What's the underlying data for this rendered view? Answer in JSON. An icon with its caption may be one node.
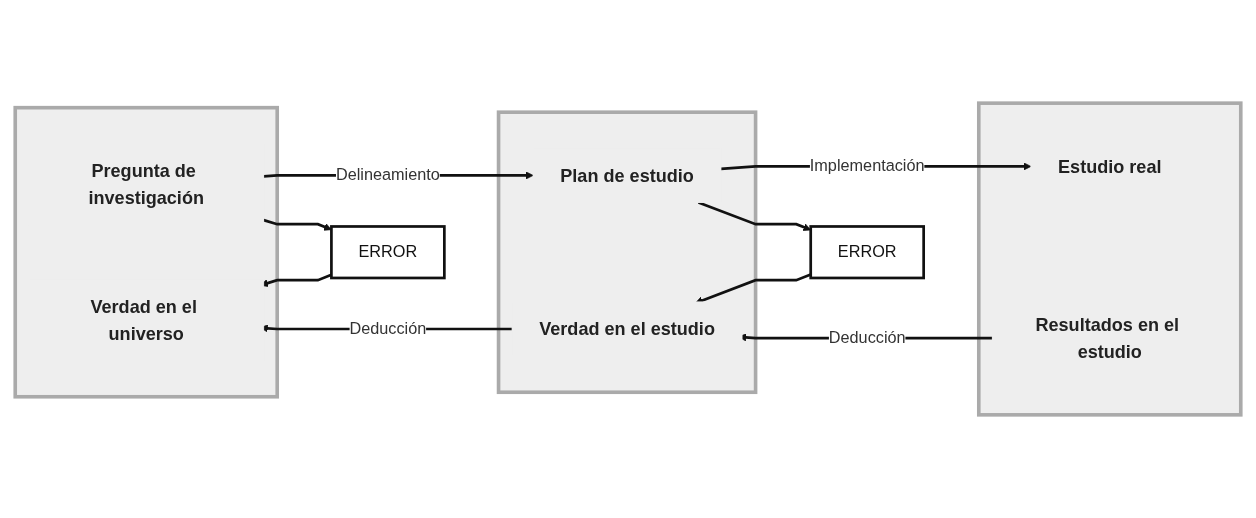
{
  "diagram": {
    "nodes": [
      {
        "text": [],
        "shape": "box"
      },
      {
        "text": [
          "Pregunta de investigación"
        ],
        "in": 0
      },
      {
        "text": [
          "Verdad en el universo"
        ],
        "in": 0
      },
      {
        "text": [
          "ERROR"
        ]
      },
      {
        "text": [],
        "shape": "box"
      },
      {
        "text": [
          "Plan de estudio"
        ],
        "in": 4
      },
      {
        "text": [
          "Verdad en el estudio"
        ],
        "in": 4
      },
      {
        "text": [
          "ERROR"
        ]
      },
      {
        "text": [],
        "shape": "box"
      },
      {
        "text": [
          "Estudio real"
        ],
        "in": 8
      },
      {
        "text": [
          "Resultados en el estudio"
        ],
        "in": 8
      }
    ],
    "edges": [
      {
        "from": 1,
        "to": 5,
        "arrow": "to",
        "label": "Delineamiento"
      },
      {
        "from": 1,
        "to": 3,
        "arrow": "to"
      },
      {
        "from": 3,
        "to": 2,
        "arrow": "to"
      },
      {
        "from": 6,
        "to": 2,
        "arrow": "to",
        "label": "Deducción"
      },
      {
        "from": 5,
        "to": 9,
        "arrow": "to",
        "label": "Implementación"
      },
      {
        "from": 5,
        "to": 7,
        "arrow": "to"
      },
      {
        "from": 7,
        "to": 6,
        "arrow": "to"
      },
      {
        "from": 10,
        "to": 6,
        "arrow": "to",
        "label": "Deducción"
      }
    ]
  }
}
